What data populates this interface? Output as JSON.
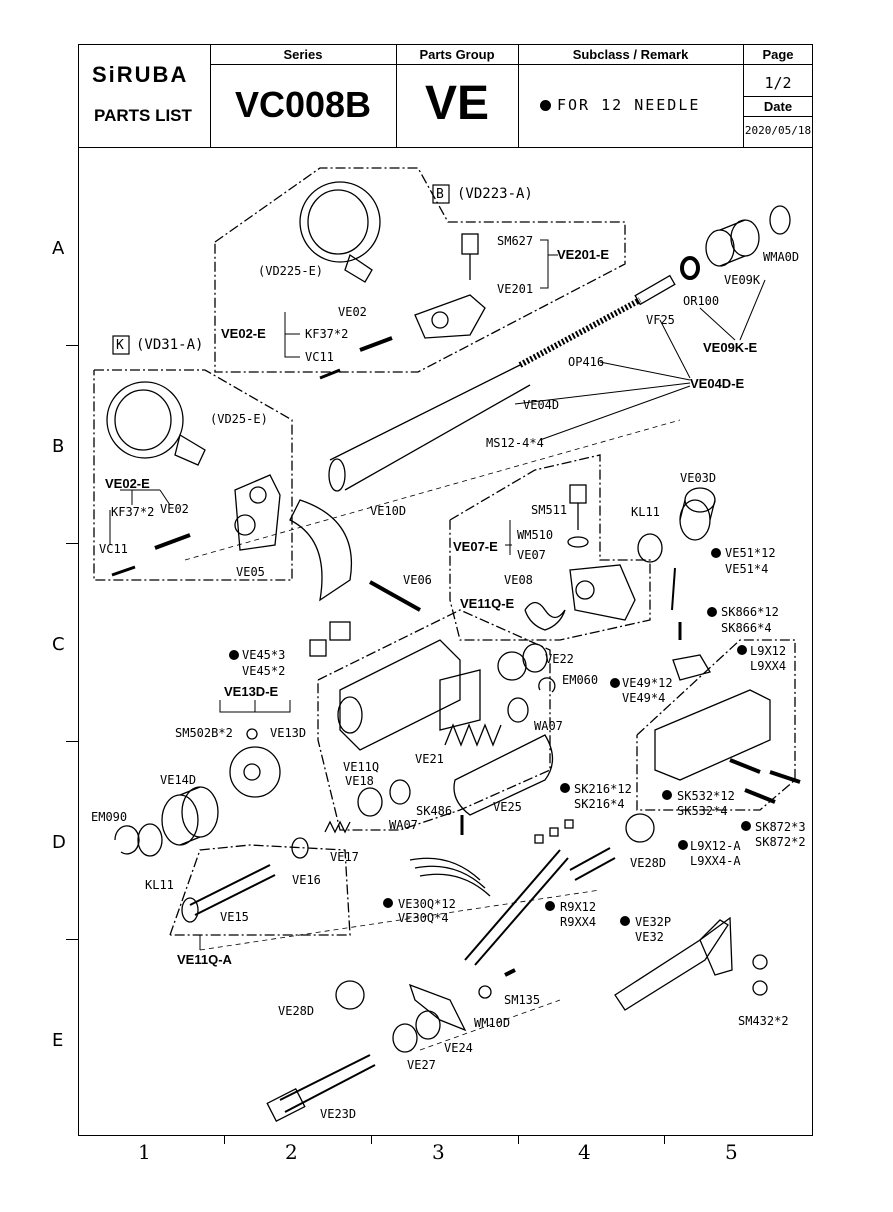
{
  "header": {
    "brand": "SiRUBA",
    "doc_type": "PARTS LIST",
    "series_label": "Series",
    "series_value": "VC008B",
    "parts_group_label": "Parts Group",
    "parts_group_value": "VE",
    "subclass_label": "Subclass / Remark",
    "remark": "FOR 12 NEEDLE",
    "page_label": "Page",
    "page_value": "1/2",
    "date_label": "Date",
    "date_value": "2020/05/18"
  },
  "grid": {
    "rows": [
      "A",
      "B",
      "C",
      "D",
      "E"
    ],
    "columns": [
      "1",
      "2",
      "3",
      "4",
      "5"
    ]
  },
  "groups": {
    "b_box": "B",
    "b_group": "(VD223-A)",
    "k_box": "K",
    "k_group": "(VD31-A)"
  },
  "assemblies": {
    "ve201e": "VE201-E",
    "ve02e_top": "VE02-E",
    "ve02e_left": "VE02-E",
    "ve09ke": "VE09K-E",
    "ve04de": "VE04D-E",
    "ve07e": "VE07-E",
    "ve11qe": "VE11Q-E",
    "ve13de": "VE13D-E",
    "ve11qa": "VE11Q-A"
  },
  "parts": {
    "vd225e": "(VD225-E)",
    "sm627": "SM627",
    "ve201": "VE201",
    "ve02_a": "VE02",
    "kf37x2_a": "KF37*2",
    "vc11_a": "VC11",
    "wma0d": "WMA0D",
    "ve09k": "VE09K",
    "or100": "OR100",
    "vf25": "VF25",
    "op416": "OP416",
    "ve04d": "VE04D",
    "ms12": "MS12-4*4",
    "vd25e": "(VD25-E)",
    "kf37x2_b": "KF37*2",
    "ve02_b": "VE02",
    "vc11_b": "VC11",
    "ve05": "VE05",
    "ve10d": "VE10D",
    "ve06": "VE06",
    "sm511": "SM511",
    "wm510": "WM510",
    "ve07": "VE07",
    "ve08": "VE08",
    "kl11_a": "KL11",
    "ve03d": "VE03D",
    "ve51x12": "VE51*12",
    "ve51x4": "VE51*4",
    "sk866x12": "SK866*12",
    "sk866x4": "SK866*4",
    "ve45x3": "VE45*3",
    "ve45x2": "VE45*2",
    "ve22": "VE22",
    "em060": "EM060",
    "ve49x12": "VE49*12",
    "ve49x4": "VE49*4",
    "l9x12": "L9X12",
    "l9xx4": "L9XX4",
    "sm502b": "SM502B*2",
    "ve13d": "VE13D",
    "ve11q": "VE11Q",
    "ve18": "VE18",
    "ve21": "VE21",
    "wa07_a": "WA07",
    "wa07_b": "WA07",
    "sk486": "SK486",
    "ve25": "VE25",
    "sk216x12": "SK216*12",
    "sk216x4": "SK216*4",
    "sk532x12": "SK532*12",
    "sk532x4": "SK532*4",
    "sk872x3": "SK872*3",
    "sk872x2": "SK872*2",
    "ve14d": "VE14D",
    "em090": "EM090",
    "kl11_b": "KL11",
    "ve17": "VE17",
    "ve16": "VE16",
    "ve15": "VE15",
    "ve30qx12": "VE30Q*12",
    "ve30qx4": "VE30Q*4",
    "ve28d_a": "VE28D",
    "l9x12a": "L9X12-A",
    "l9xx4a": "L9XX4-A",
    "r9x12": "R9X12",
    "r9xx4": "R9XX4",
    "ve32p": "VE32P",
    "ve32": "VE32",
    "sm432x2": "SM432*2",
    "ve28d_b": "VE28D",
    "sm135": "SM135",
    "wm10d": "WM10D",
    "ve24": "VE24",
    "ve27": "VE27",
    "ve23d": "VE23D"
  }
}
